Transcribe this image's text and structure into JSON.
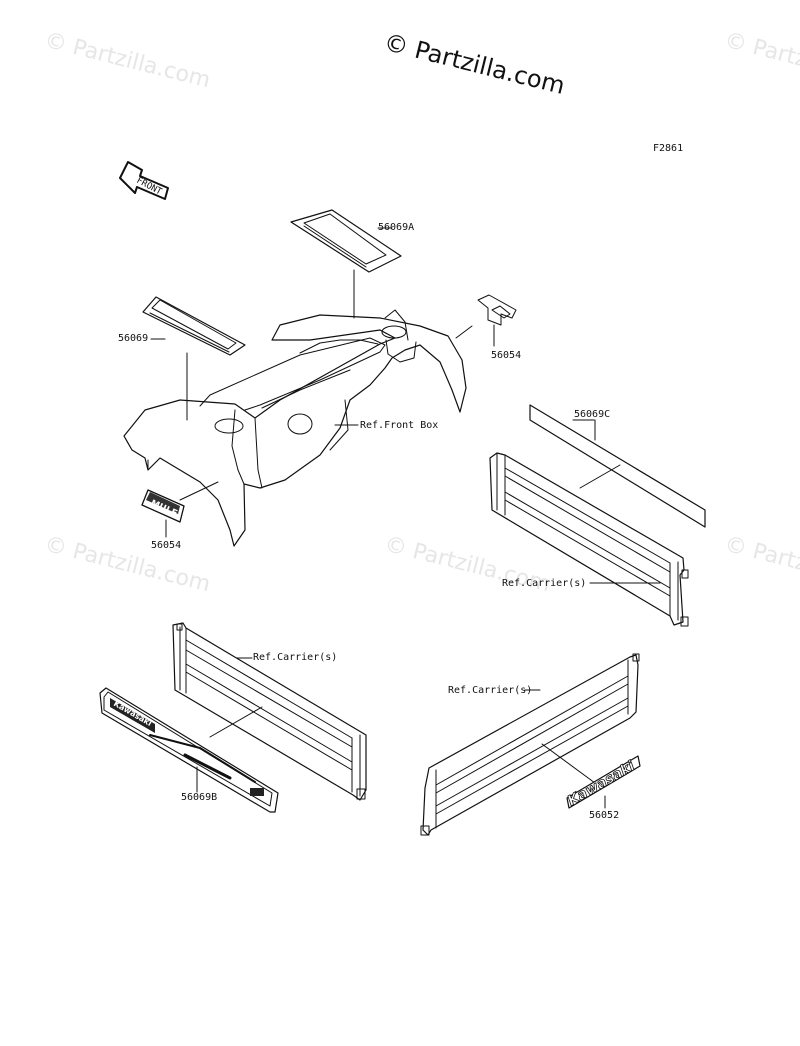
{
  "watermark": "© Partzilla.com",
  "copyright": "© Partzilla.com",
  "figure_code": "F2861",
  "front_arrow_label": "FRONT",
  "callouts": {
    "p56069A": "56069A",
    "p56069": "56069",
    "p56054_top": "56054",
    "ref_front_box": "Ref.Front Box",
    "p56054_bottom": "56054",
    "p56069C": "56069C",
    "ref_carrier_right": "Ref.Carrier(s)",
    "ref_carrier_left": "Ref.Carrier(s)",
    "ref_carrier_bottom": "Ref.Carrier(s)",
    "p56069B": "56069B",
    "p56052": "56052"
  },
  "decal_text": {
    "mule_logo": "MULE",
    "kawasaki_b": "Kawasaki",
    "kawasaki_52": "Kawasaki"
  }
}
